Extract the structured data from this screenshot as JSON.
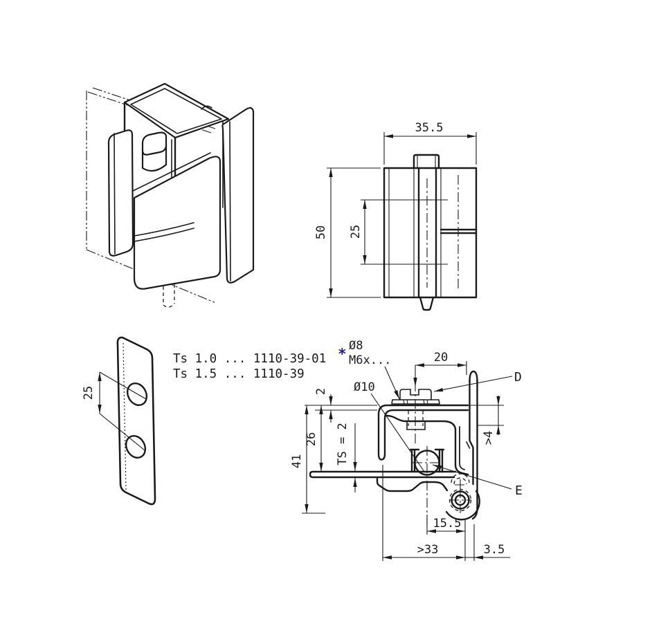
{
  "page": {
    "background": "#ffffff",
    "ink": "#1a1a1a",
    "accent": "#23237f"
  },
  "variants_table": {
    "rows": [
      "Ts 1.0 ... 1110-39-01",
      "Ts 1.5 ... 1110-39"
    ]
  },
  "front_view": {
    "dim_width": "35.5",
    "dim_height": "50",
    "dim_hole_spacing": "25"
  },
  "plate_view": {
    "dim_hole_spacing": "25"
  },
  "section_view": {
    "ann_screw_dia": "Ø8",
    "ann_asterisk": "*",
    "ann_thread": "M6x...",
    "ann_pin_dia": "Ø10",
    "label_d": "D",
    "label_e": "E",
    "dim_offset": "20",
    "dim_flange": "2",
    "dim_h26": "26",
    "dim_sheet": "TS = 2",
    "dim_h41": "41",
    "dim_gap": ">4",
    "dim_pin": "15.5",
    "dim_depth": ">33",
    "dim_wall": "3.5"
  }
}
